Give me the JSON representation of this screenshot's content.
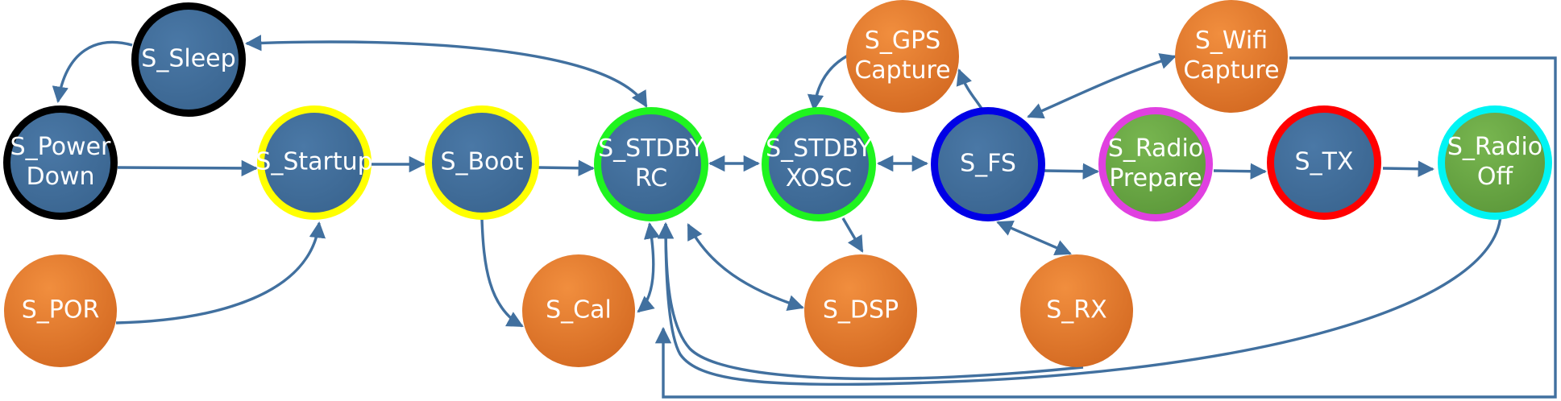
{
  "colors": {
    "blue_fill": "#3f6b96",
    "blue_fill_light": "#4a78a6",
    "orange_fill": "#d86f26",
    "orange_fill_light": "#ec8a3c",
    "green_fill": "#62a03f",
    "green_fill_light": "#74b24c",
    "edge": "#41709f",
    "ring_black": "#000000",
    "ring_yellow": "#ffff00",
    "ring_green": "#1ff41f",
    "ring_blue": "#0000e6",
    "ring_magenta": "#e040e0",
    "ring_red": "#ff0000",
    "ring_cyan": "#00f4f4"
  },
  "states": {
    "sleep": {
      "lines": [
        "S_Sleep"
      ],
      "fill": "blue",
      "ring": "black"
    },
    "powerdown": {
      "lines": [
        "S_Power",
        "Down"
      ],
      "fill": "blue",
      "ring": "black"
    },
    "startup": {
      "lines": [
        "S_Startup"
      ],
      "fill": "blue",
      "ring": "yellow"
    },
    "boot": {
      "lines": [
        "S_Boot"
      ],
      "fill": "blue",
      "ring": "yellow"
    },
    "stdby_rc": {
      "lines": [
        "S_STDBY",
        "RC"
      ],
      "fill": "blue",
      "ring": "green"
    },
    "stdby_xosc": {
      "lines": [
        "S_STDBY",
        "XOSC"
      ],
      "fill": "blue",
      "ring": "green"
    },
    "fs": {
      "lines": [
        "S_FS"
      ],
      "fill": "blue",
      "ring": "blue"
    },
    "radio_prepare": {
      "lines": [
        "S_Radio",
        "Prepare"
      ],
      "fill": "green",
      "ring": "magenta"
    },
    "tx": {
      "lines": [
        "S_TX"
      ],
      "fill": "blue",
      "ring": "red"
    },
    "radio_off": {
      "lines": [
        "S_Radio",
        "Off"
      ],
      "fill": "green",
      "ring": "cyan"
    },
    "gps_capture": {
      "lines": [
        "S_GPS",
        "Capture"
      ],
      "fill": "orange",
      "ring": "none"
    },
    "wifi_capture": {
      "lines": [
        "S_Wifi",
        "Capture"
      ],
      "fill": "orange",
      "ring": "none"
    },
    "por": {
      "lines": [
        "S_POR"
      ],
      "fill": "orange",
      "ring": "none"
    },
    "cal": {
      "lines": [
        "S_Cal"
      ],
      "fill": "orange",
      "ring": "none"
    },
    "dsp": {
      "lines": [
        "S_DSP"
      ],
      "fill": "orange",
      "ring": "none"
    },
    "rx": {
      "lines": [
        "S_RX"
      ],
      "fill": "orange",
      "ring": "none"
    }
  },
  "transitions": [
    {
      "from": "sleep",
      "to": "powerdown"
    },
    {
      "from": "sleep",
      "to": "stdby_rc",
      "bidirectional": true
    },
    {
      "from": "powerdown",
      "to": "startup"
    },
    {
      "from": "startup",
      "to": "boot"
    },
    {
      "from": "boot",
      "to": "stdby_rc"
    },
    {
      "from": "stdby_rc",
      "to": "stdby_xosc",
      "bidirectional": true
    },
    {
      "from": "stdby_xosc",
      "to": "fs",
      "bidirectional": true
    },
    {
      "from": "fs",
      "to": "radio_prepare"
    },
    {
      "from": "radio_prepare",
      "to": "tx"
    },
    {
      "from": "tx",
      "to": "radio_off"
    },
    {
      "from": "por",
      "to": "startup"
    },
    {
      "from": "boot",
      "to": "cal"
    },
    {
      "from": "cal",
      "to": "stdby_rc",
      "bidirectional": true
    },
    {
      "from": "stdby_rc",
      "to": "dsp",
      "bidirectional": true
    },
    {
      "from": "stdby_xosc",
      "to": "dsp"
    },
    {
      "from": "fs",
      "to": "rx",
      "bidirectional": true
    },
    {
      "from": "fs",
      "to": "gps_capture"
    },
    {
      "from": "gps_capture",
      "to": "stdby_xosc"
    },
    {
      "from": "wifi_capture",
      "to": "fs",
      "bidirectional": true
    },
    {
      "from": "wifi_capture",
      "to": "stdby_rc"
    },
    {
      "from": "rx",
      "to": "stdby_rc"
    },
    {
      "from": "radio_off",
      "to": "stdby_rc"
    }
  ]
}
